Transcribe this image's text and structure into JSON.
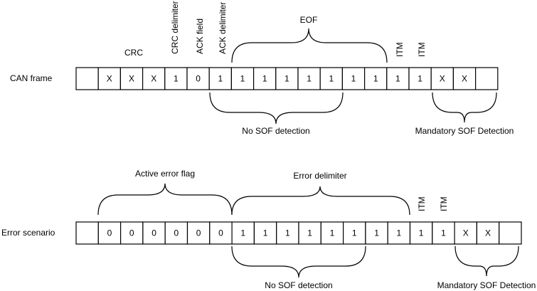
{
  "frame": {
    "label": "CAN frame",
    "cells": [
      "",
      "X",
      "X",
      "X",
      "1",
      "0",
      "1",
      "1",
      "1",
      "1",
      "1",
      "1",
      "1",
      "1",
      "1",
      "1",
      "X",
      "X",
      ""
    ],
    "labels": {
      "crc": "CRC",
      "crc_delimiter": "CRC delimiter",
      "ack_field": "ACK field",
      "ack_delimiter": "ACK delimiter",
      "eof": "EOF",
      "itm_1": "ITM",
      "itm_2": "ITM",
      "no_sof": "No SOF detection",
      "mandatory_sof": "Mandatory SOF Detection"
    }
  },
  "error": {
    "label": "Error scenario",
    "cells": [
      "",
      "0",
      "0",
      "0",
      "0",
      "0",
      "0",
      "1",
      "1",
      "1",
      "1",
      "1",
      "1",
      "1",
      "1",
      "1",
      "1",
      "X",
      "X",
      ""
    ],
    "labels": {
      "active_error_flag": "Active error flag",
      "error_delimiter": "Error delimiter",
      "itm_1": "ITM",
      "itm_2": "ITM",
      "no_sof": "No SOF detection",
      "mandatory_sof": "Mandatory SOF Detection"
    }
  }
}
